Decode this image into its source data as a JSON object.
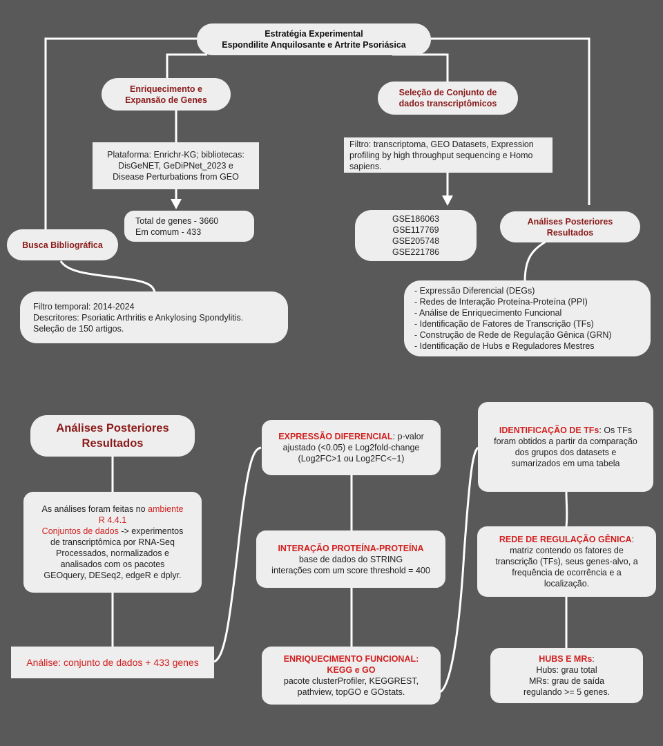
{
  "top": {
    "title": {
      "l1": "Estratégia Experimental",
      "l2": "Espondilite Anquilosante e Artrite Psoriásica"
    },
    "enrich": {
      "l1": "Enriquecimento e",
      "l2": "Expansão de Genes"
    },
    "platform": {
      "l1": "Plataforma: Enrichr-KG; bibliotecas:",
      "l2": "DisGeNET, GeDiPNet_2023 e",
      "l3": "Disease Perturbations from GEO"
    },
    "totals": {
      "l1": "Total de genes - 3660",
      "l2": "Em comum - 433"
    },
    "biblio": "Busca Bibliográfica",
    "biblio_filter": {
      "l1": "Filtro temporal: 2014-2024",
      "l2": "Descritores: Psoriatic Arthritis e Ankylosing Spondylitis.",
      "l3": "Seleção de 150 artigos."
    },
    "selection": {
      "l1": "Seleção de Conjunto de",
      "l2": "dados transcriptômicos"
    },
    "filter": {
      "l1": "Filtro: transcriptoma, GEO Datasets, Expression",
      "l2": "profiling by high throughput sequencing e Homo",
      "l3": "sapiens."
    },
    "gse": [
      "GSE186063",
      "GSE117769",
      "GSE205748",
      "GSE221786"
    ],
    "analyses": {
      "l1": "Análises Posteriores",
      "l2": "Resultados"
    },
    "analyses_list": [
      "-  Expressão Diferencial (DEGs)",
      "- Redes de Interação Proteína-Proteína (PPI)",
      "- Análise de Enriquecimento Funcional",
      "- Identificação de Fatores de Transcrição (TFs)",
      "- Construção de Rede de Regulação Gênica (GRN)",
      "- Identificação de Hubs e Reguladores Mestres"
    ]
  },
  "bottom": {
    "header": {
      "l1": "Análises Posteriores",
      "l2": "Resultados"
    },
    "env": {
      "l1": "As análises foram feitas no ",
      "l1_red": "ambiente",
      "l2_red": "R 4.4.1",
      "l3_red": "Conjuntos de dados",
      "l3": " -> experimentos",
      "l4": "de transcriptômica por RNA-Seq",
      "l5": "Processados, normalizados e",
      "l6": "analisados com os pacotes",
      "l7": "GEOquery, DESeq2, edgeR e dplyr."
    },
    "analysis": "Análise: conjunto de dados + 433 genes",
    "de": {
      "title": "EXPRESSÃO DIFERENCIAL",
      "l1": ": p-valor",
      "l2": "ajustado (<0.05) e Log2fold-change",
      "l3": "(Log2FC>1 ou Log2FC<−1)"
    },
    "ppi": {
      "title": "INTERAÇÃO PROTEÍNA-PROTEÍNA",
      "l2": "base de dados do STRING",
      "l3": "interações com um score threshold = 400"
    },
    "fe": {
      "title1": "ENRIQUECIMENTO FUNCIONAL:",
      "title2": "KEGG e GO",
      "l3": "pacote clusterProfiler, KEGGREST,",
      "l4": "pathview, topGO e GOstats."
    },
    "tf": {
      "title": "IDENTIFICAÇÃO DE TFs",
      "l1": ": Os TFs",
      "l2": "foram obtidos a partir da comparação",
      "l3": "dos grupos dos datasets e",
      "l4": "sumarizados em uma tabela"
    },
    "grn": {
      "title": "REDE DE REGULAÇÃO GÊNICA",
      "l1": ":",
      "l2": "matriz contendo os fatores de",
      "l3": "transcrição (TFs), seus genes-alvo,  a",
      "l4": "frequência de ocorrência e a",
      "l5": "localização."
    },
    "hubs": {
      "title": "HUBS E MRs",
      "l1": ":",
      "l2": "Hubs: grau total",
      "l3": "MRs: grau de saída",
      "l4": "regulando >= 5 genes."
    }
  },
  "colors": {
    "background": "#595959",
    "box": "#eeeeee",
    "title_red": "#8b1a1a",
    "accent_red": "#d21f1f",
    "connector": "#ffffff"
  }
}
